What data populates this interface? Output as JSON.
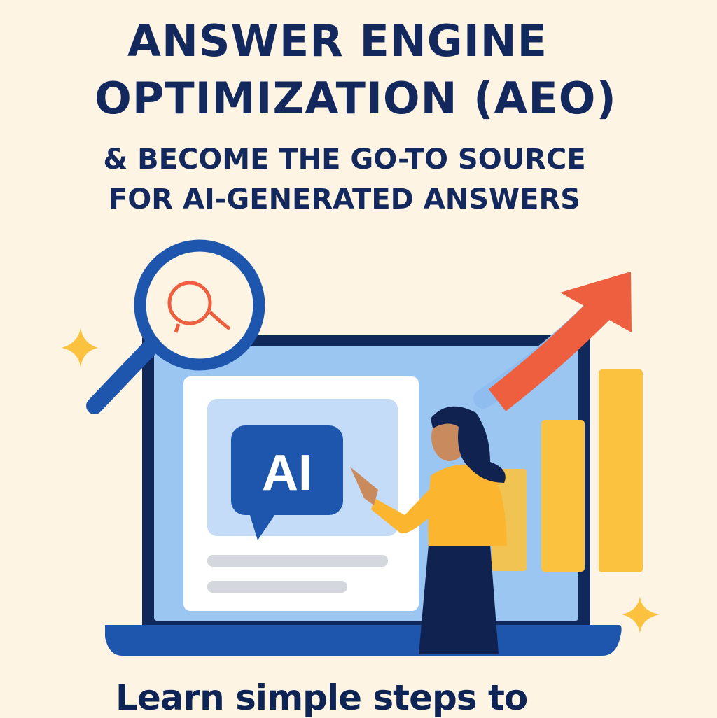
{
  "headline": {
    "line1": "ANSWER ENGINE",
    "line2": "OPTIMIZATION (AEO)"
  },
  "subheadline": {
    "line1": "& BECOME THE GO-TO SOURCE",
    "line2": "FOR AI-GENERATED ANSWERS"
  },
  "illustration": {
    "bubble_label": "AI",
    "icons": [
      "magnifier-icon",
      "search-q-icon",
      "ai-chat-bubble-icon",
      "trend-arrow-icon",
      "bar-chart-icon",
      "sparkle-icon"
    ]
  },
  "footer": {
    "text": "Learn simple steps to"
  },
  "colors": {
    "background": "#fdf4e3",
    "navy": "#13295e",
    "blue": "#1f56ad",
    "light_blue": "#9cc6f2",
    "orange_red": "#ee5f3f",
    "yellow": "#fbc240"
  }
}
